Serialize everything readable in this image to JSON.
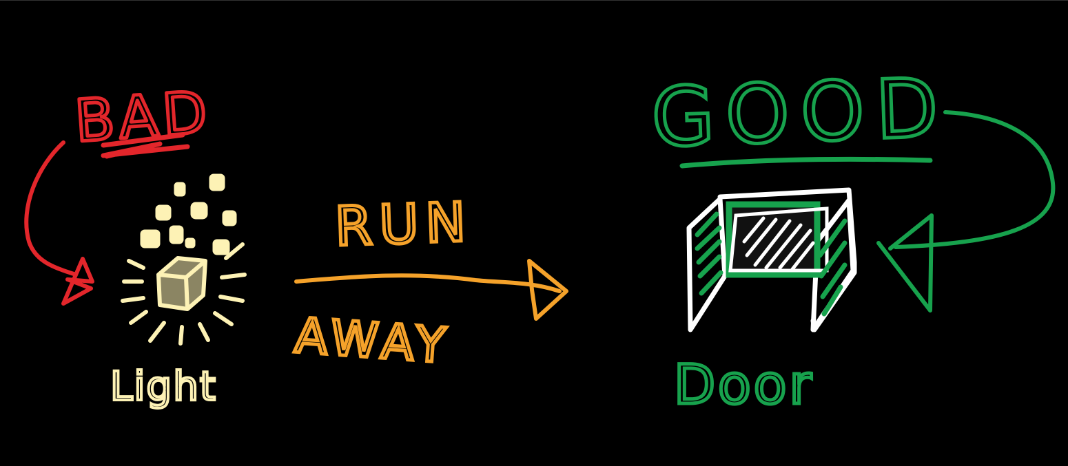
{
  "labels": {
    "bad": "BAD",
    "good": "GOOD",
    "run": "RUN",
    "away": "AWAY",
    "light": "Light",
    "door": "Door"
  },
  "colors": {
    "background": "#000000",
    "bad": "#e3262b",
    "good": "#17a24d",
    "run": "#f5a22a",
    "light": "#fdf2b5",
    "door_frame": "#ffffff"
  }
}
